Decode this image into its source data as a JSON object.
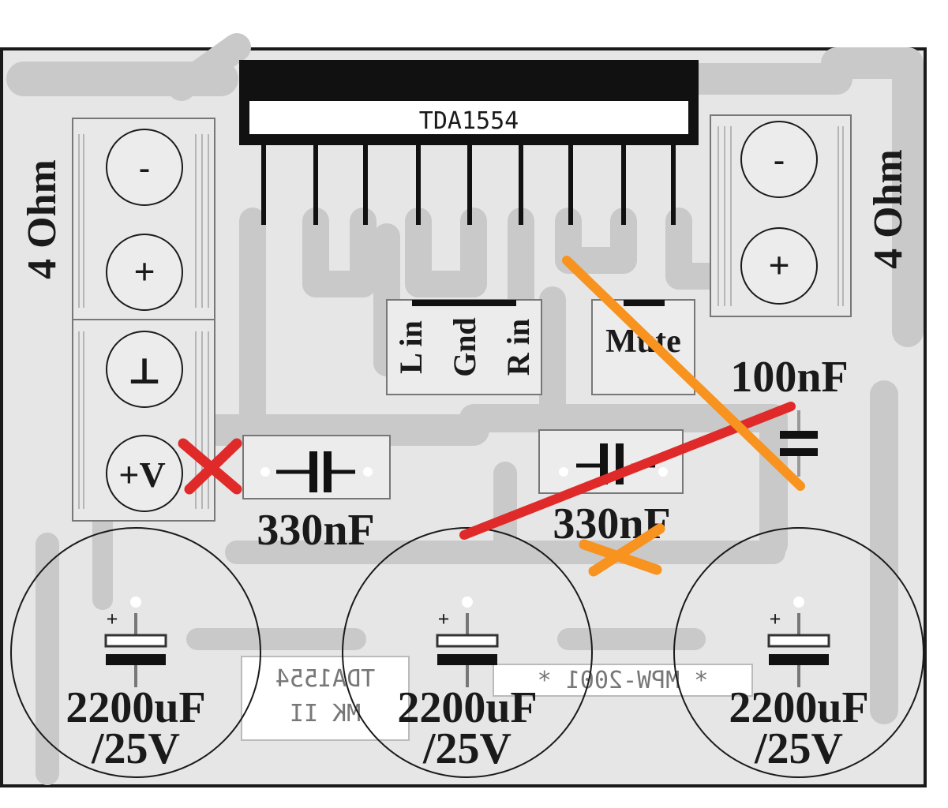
{
  "chip": {
    "label": "TDA1554"
  },
  "speaker_left": {
    "label": "4 Ohm",
    "minus": "-",
    "plus": "+"
  },
  "speaker_right": {
    "label": "4 Ohm",
    "minus": "-",
    "plus": "+"
  },
  "power_terminal": {
    "ground": "⊥",
    "supply": "+V"
  },
  "input_block": {
    "left": "L in",
    "ground": "Gnd",
    "right": "R in"
  },
  "mute_block": {
    "label": "Mute"
  },
  "capacitors": {
    "cap_100n": "100nF",
    "cap_330n_left": "330nF",
    "cap_330n_right": "330nF",
    "elko_value": "2200uF",
    "elko_voltage": "/25V",
    "elko_polarity": "+"
  },
  "silkscreen": {
    "mirror_part": "TDA1554",
    "mirror_rev": "MK II",
    "mirror_author": "* MPW-2001 *"
  },
  "colors": {
    "board": "#e6e6e6",
    "trace": "#c8c8c8",
    "ink": "#1a1a1a",
    "red_mark": "#e02a2a",
    "orange_mark": "#f7931e"
  }
}
